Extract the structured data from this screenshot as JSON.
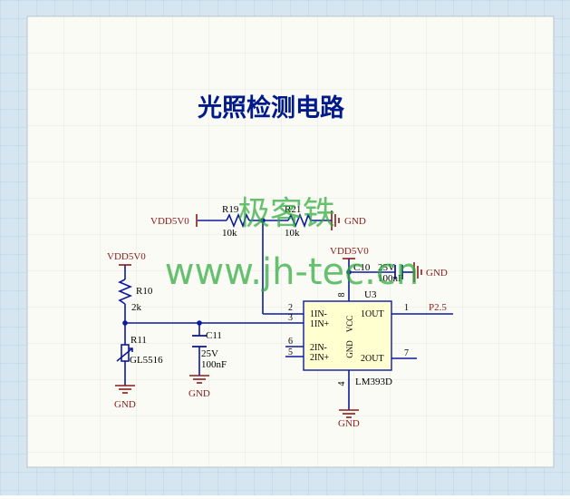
{
  "title": "光照检测电路",
  "watermark": {
    "cn": "极客铁",
    "url": "www.jh-tec.cn"
  },
  "labels": {
    "vdd_top": "VDD5V0",
    "r19": "R19",
    "r19_val": "10k",
    "r21": "R21",
    "r21_val": "10k",
    "gnd_top": "GND",
    "vdd_left": "VDD5V0",
    "r10": "R10",
    "r10_val": "2k",
    "r11": "R11",
    "r11_val": "GL5516",
    "gnd_left": "GND",
    "c11": "C11",
    "c11_v": "25V",
    "c11_val": "100nF",
    "gnd_c11": "GND",
    "vdd_ic": "VDD5V0",
    "c10": "C10",
    "c10_v": "25V",
    "c10_val": "100nF",
    "gnd_c10": "GND",
    "u3": "U3",
    "u3_part": "LM393D",
    "pin_1in_minus": "1IN-",
    "pin_1in_plus": "1IN+",
    "pin_2in_minus": "2IN-",
    "pin_2in_plus": "2IN+",
    "pin_1out": "1OUT",
    "pin_2out": "2OUT",
    "pin_vcc": "VCC",
    "pin_gnd": "GND",
    "pn2": "2",
    "pn3": "3",
    "pn6": "6",
    "pn5": "5",
    "pn1": "1",
    "pn7": "7",
    "pn8": "8",
    "pn4": "4",
    "net_p25": "P2.5",
    "gnd_ic": "GND"
  },
  "colors": {
    "wire": "#0d1a9e",
    "text": "#000000",
    "power": "#8b1a1a",
    "grid": "#e2e2e2",
    "watermark": "#2faa3c",
    "border_outer": "#c5dbe9",
    "title": "#001a8c"
  }
}
